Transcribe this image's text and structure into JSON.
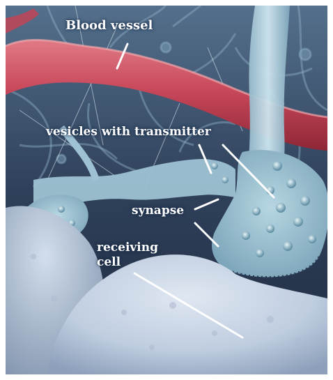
{
  "labels": {
    "blood_vessel": "Blood vessel",
    "vesicles": "vesicles with transmitter",
    "synapse": "synapse",
    "receiving_line1": "receiving",
    "receiving_line2": "cell"
  },
  "colors": {
    "background": "#3b4e66",
    "blood_vessel": "#c8485a",
    "neuron": "#9fc4d6",
    "receiving_cell": "#c7d3e2",
    "label_text": "#ffffff"
  }
}
